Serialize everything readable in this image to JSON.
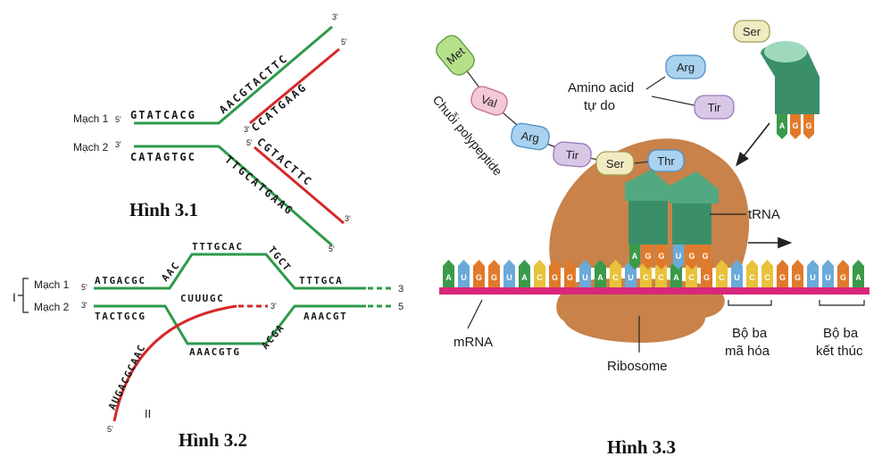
{
  "fig31": {
    "caption": "Hình 3.1",
    "strand1_label": "Mạch 1",
    "strand2_label": "Mạch 2",
    "s1_end5": "5'",
    "s2_end3": "3'",
    "s1_left": "GTATCACG",
    "s1_up": "AACGTACTTC",
    "s1_up_end": "3'",
    "s1_new": "CCATGAAG",
    "s1_new_end5": "5'",
    "s1_new_end3": "3'",
    "s2_left": "CATAGTGC",
    "s2_new": "CGTACTTC",
    "s2_new_end5": "5'",
    "s2_new_end3": "3'",
    "s2_down": "TTGCATGAAG",
    "s2_down_end": "5'"
  },
  "fig32": {
    "caption": "Hình 3.2",
    "region_label": "I",
    "strand1_label": "Mạch 1",
    "strand2_label": "Mạch 2",
    "s1_end5": "5'",
    "s2_end3": "3'",
    "s1_left": "ATGACGC",
    "s1_rise": "AAC",
    "s1_top": "TTTGCAC",
    "s1_fall": "TGCT",
    "s1_right": "TTTGCA",
    "s1_far": "3",
    "s2_left": "TACTGCG",
    "s2_bubble": "CUUUGC",
    "s2_bubble_end": "3'",
    "s2_low": "AAACGTG",
    "s2_rise": "ACGA",
    "s2_right": "AAACGT",
    "s2_far": "5",
    "rna_seq": "AUGACGCAAC",
    "rna_end5": "5'",
    "rna_label": "II"
  },
  "fig33": {
    "caption": "Hình 3.3",
    "polypeptide_label": "Chuỗi polypeptide",
    "free_aa_label_1": "Amino acid",
    "free_aa_label_2": "tự do",
    "trna_label": "tRNA",
    "mrna_label": "mRNA",
    "ribosome_label": "Ribosome",
    "codon_label_1": "Bộ ba",
    "codon_label_2": "mã hóa",
    "stop_label_1": "Bộ ba",
    "stop_label_2": "kết thúc",
    "chain": [
      "Met",
      "Val",
      "Arg",
      "Tir",
      "Ser"
    ],
    "free_aa": [
      "Arg",
      "Tir"
    ],
    "incoming_aa": "Ser",
    "thr_aa": "Thr",
    "mrna_bases": [
      "A",
      "U",
      "G",
      "G",
      "U",
      "A",
      "C",
      "G",
      "G",
      "U",
      "A",
      "C",
      "U",
      "C",
      "C",
      "A",
      "C",
      "G",
      "C",
      "U",
      "C",
      "C",
      "G",
      "G",
      "U",
      "U",
      "G",
      "A"
    ],
    "trna1_anticodon": [
      "A",
      "G",
      "G"
    ],
    "trna2_anticodon": [
      "U",
      "G",
      "G"
    ],
    "incoming_anticodon": [
      "A",
      "G",
      "G"
    ],
    "base_colors": {
      "A": "#3a9a4a",
      "U": "#6aaad8",
      "G": "#e07a2a",
      "C": "#e8c23a"
    }
  }
}
